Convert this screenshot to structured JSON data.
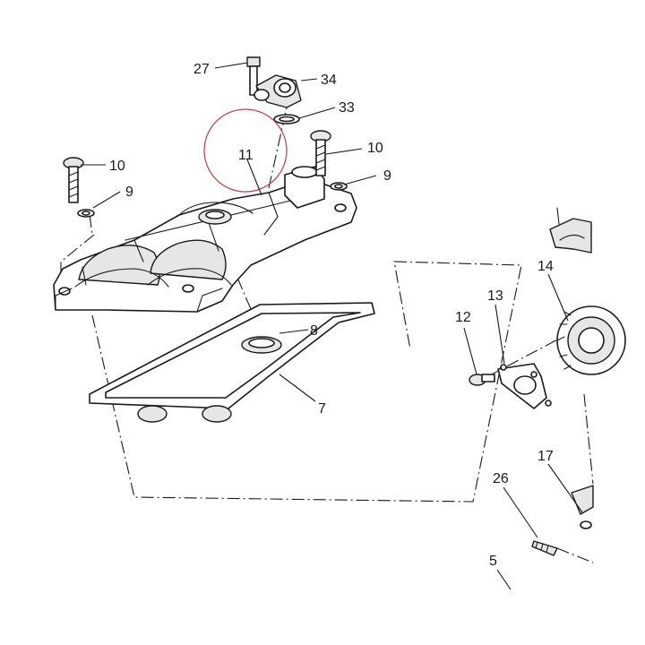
{
  "diagram": {
    "highlight_color": "#c0394a",
    "labels": {
      "p27": "27",
      "p34": "34",
      "p33": "33",
      "p11": "11",
      "p10a": "10",
      "p9a": "9",
      "p10b": "10",
      "p9b": "9",
      "p14": "14",
      "p13": "13",
      "p12": "12",
      "p8": "8",
      "p7": "7",
      "p17": "17",
      "p26": "26",
      "p5": "5"
    }
  }
}
